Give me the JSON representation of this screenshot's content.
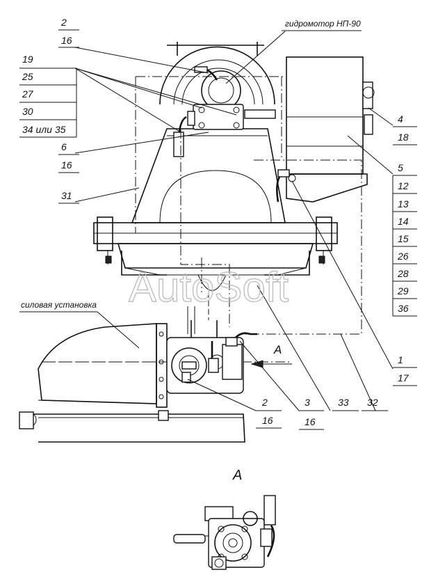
{
  "captions": {
    "hydromotor": "гидромотор НП-90",
    "power_unit": "силовая установка",
    "view": "А",
    "view_arrow": "А"
  },
  "watermark": "AutoSoft",
  "callouts": {
    "c2_16_top": [
      "2",
      "16"
    ],
    "c_left_group": [
      "19",
      "25",
      "27",
      "30",
      "34 или 35"
    ],
    "c6_16": [
      "6",
      "16"
    ],
    "c31": "31",
    "c4_18": [
      "4",
      "18"
    ],
    "c_right_group": [
      "5",
      "12",
      "13",
      "14",
      "15",
      "26",
      "28",
      "29",
      "36"
    ],
    "c1_17": [
      "1",
      "17"
    ],
    "c32": "32",
    "c33": "33",
    "c3_16": [
      "3",
      "16"
    ],
    "c2_16_bottom": [
      "2",
      "16"
    ]
  }
}
